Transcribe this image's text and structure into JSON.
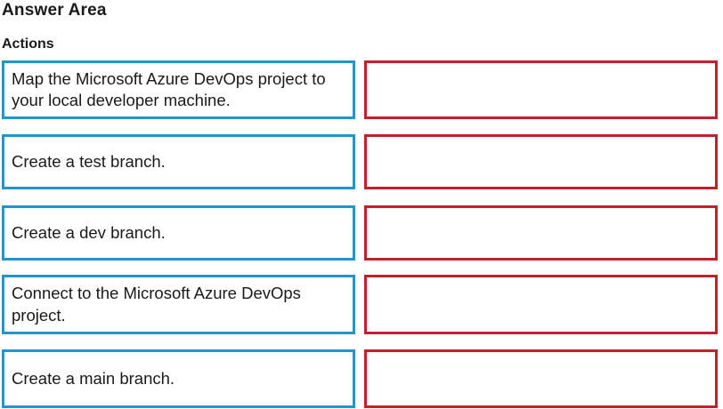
{
  "page": {
    "title": "Answer Area",
    "actions_heading": "Actions"
  },
  "colors": {
    "action-border": "#2196CE",
    "target-border": "#C3202C",
    "text": "#1a1a1a"
  },
  "actions": [
    {
      "label": "Map the Microsoft Azure DevOps project to your local developer machine."
    },
    {
      "label": "Create a test branch."
    },
    {
      "label": "Create a dev branch."
    },
    {
      "label": "Connect to the Microsoft Azure DevOps project."
    },
    {
      "label": "Create a main branch."
    }
  ],
  "targets": [
    {
      "value": ""
    },
    {
      "value": ""
    },
    {
      "value": ""
    },
    {
      "value": ""
    },
    {
      "value": ""
    }
  ]
}
